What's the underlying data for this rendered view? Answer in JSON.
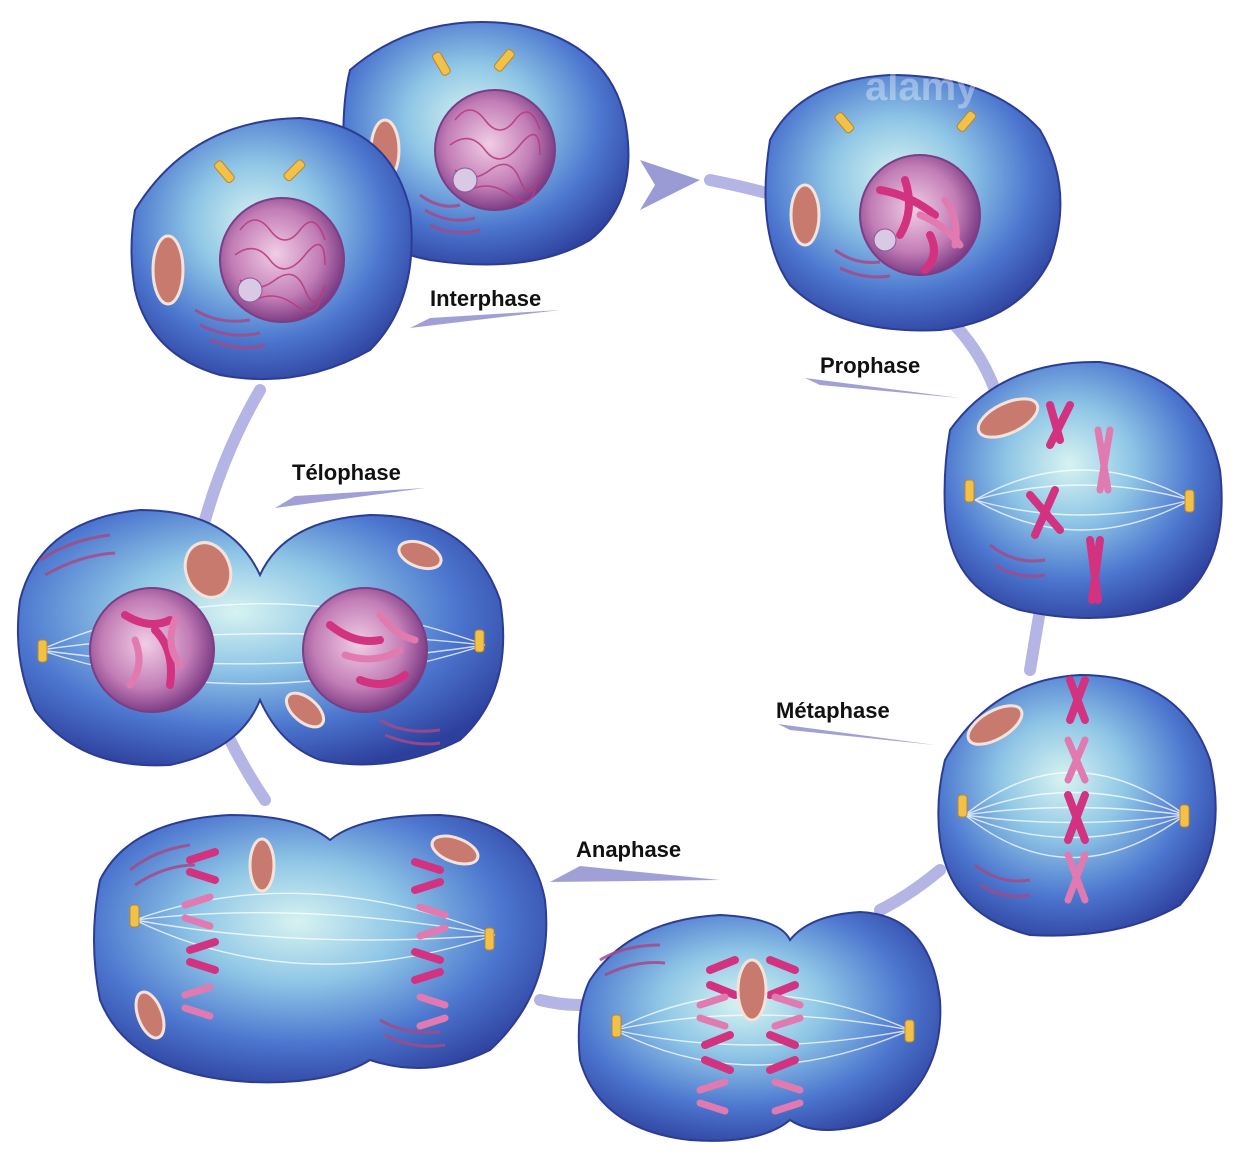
{
  "labels": {
    "interphase": "Interphase",
    "prophase": "Prophase",
    "metaphase": "Métaphase",
    "anaphase": "Anaphase",
    "telophase": "Télophase"
  },
  "watermark": "alamy",
  "colors": {
    "cell_body": "#5a86d6",
    "cell_highlight": "#bfe9ef",
    "cycle_path": "#9b9bdc",
    "chromosome": "#d2327f",
    "mitochondria": "#c97a6e",
    "centriole": "#f2c14a",
    "nucleus": "#8a3f8c"
  }
}
